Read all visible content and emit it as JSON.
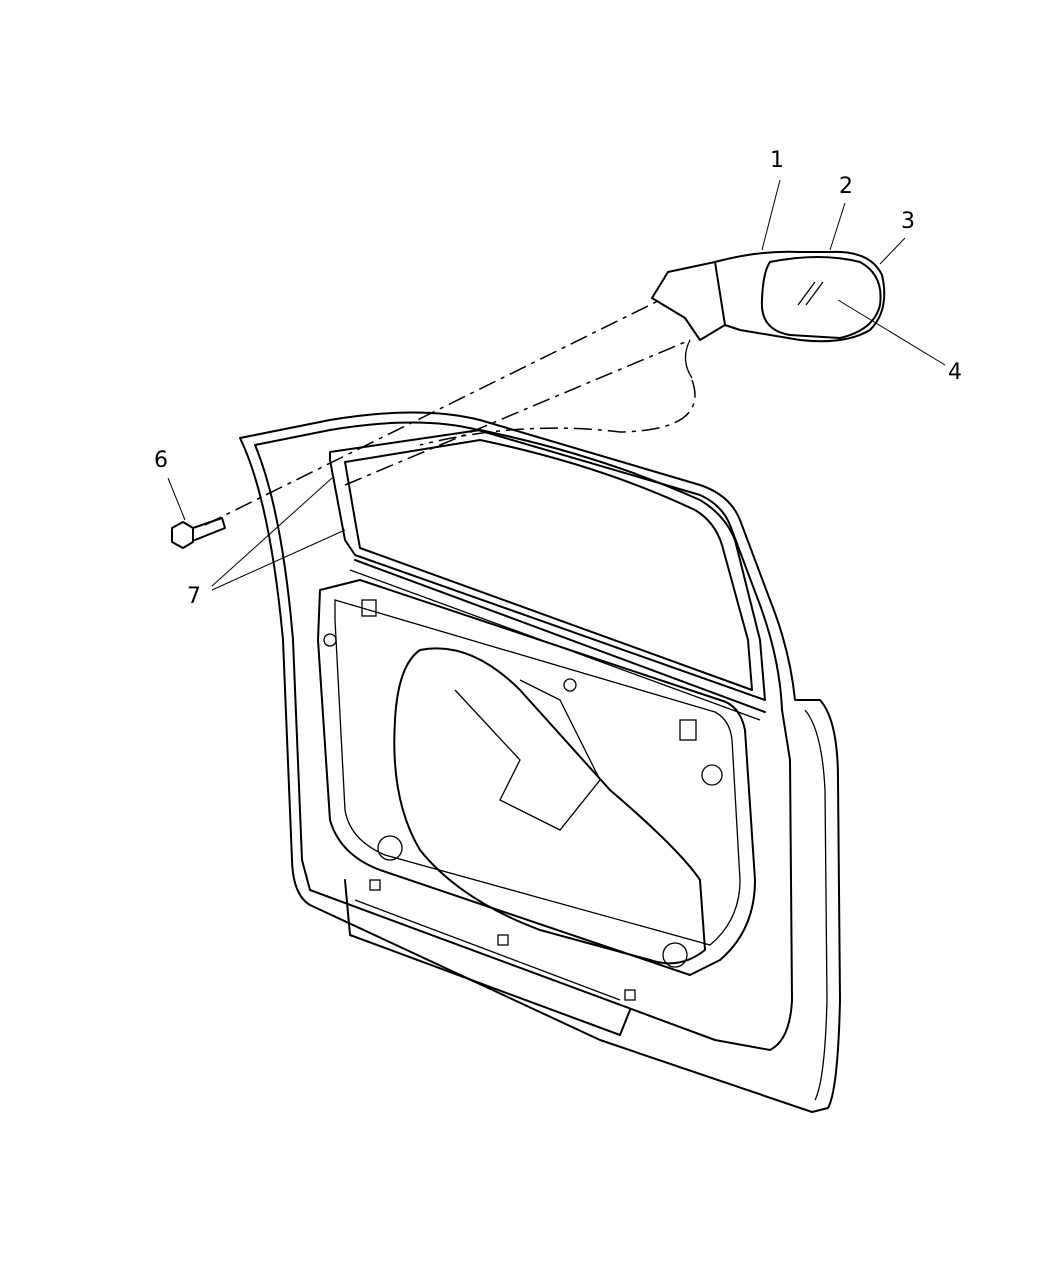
{
  "diagram": {
    "callouts": [
      {
        "id": "1",
        "label": "1"
      },
      {
        "id": "2",
        "label": "2"
      },
      {
        "id": "3",
        "label": "3"
      },
      {
        "id": "4",
        "label": "4"
      },
      {
        "id": "6",
        "label": "6"
      },
      {
        "id": "7",
        "label": "7"
      }
    ],
    "line_color": "#000000",
    "background": "#ffffff"
  }
}
